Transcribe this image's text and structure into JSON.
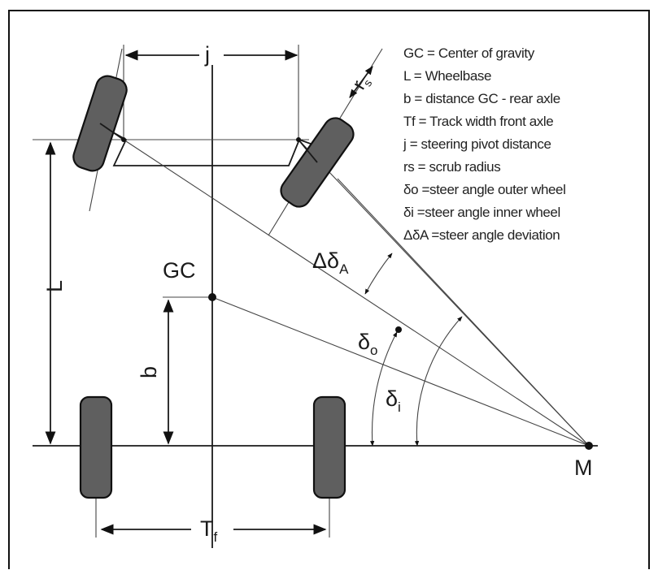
{
  "labels": {
    "j": "j",
    "GC": "GC",
    "L": "L",
    "b": "b",
    "Tf_main": "T",
    "Tf_sub": "f",
    "M": "M",
    "rs_main": "r",
    "rs_sub": "s",
    "delta_A_prefix": "Δδ",
    "delta_A_sub": "A",
    "delta_o_main": "δ",
    "delta_o_sub": "o",
    "delta_i_main": "δ",
    "delta_i_sub": "i"
  },
  "legend": [
    "GC = Center of gravity",
    "L  = Wheelbase",
    "b = distance GC - rear axle",
    "Tf = Track width front axle",
    "j  = steering pivot distance",
    "rs = scrub radius",
    "δo =steer angle outer wheel",
    "δi =steer angle inner wheel",
    "ΔδA =steer angle deviation"
  ]
}
